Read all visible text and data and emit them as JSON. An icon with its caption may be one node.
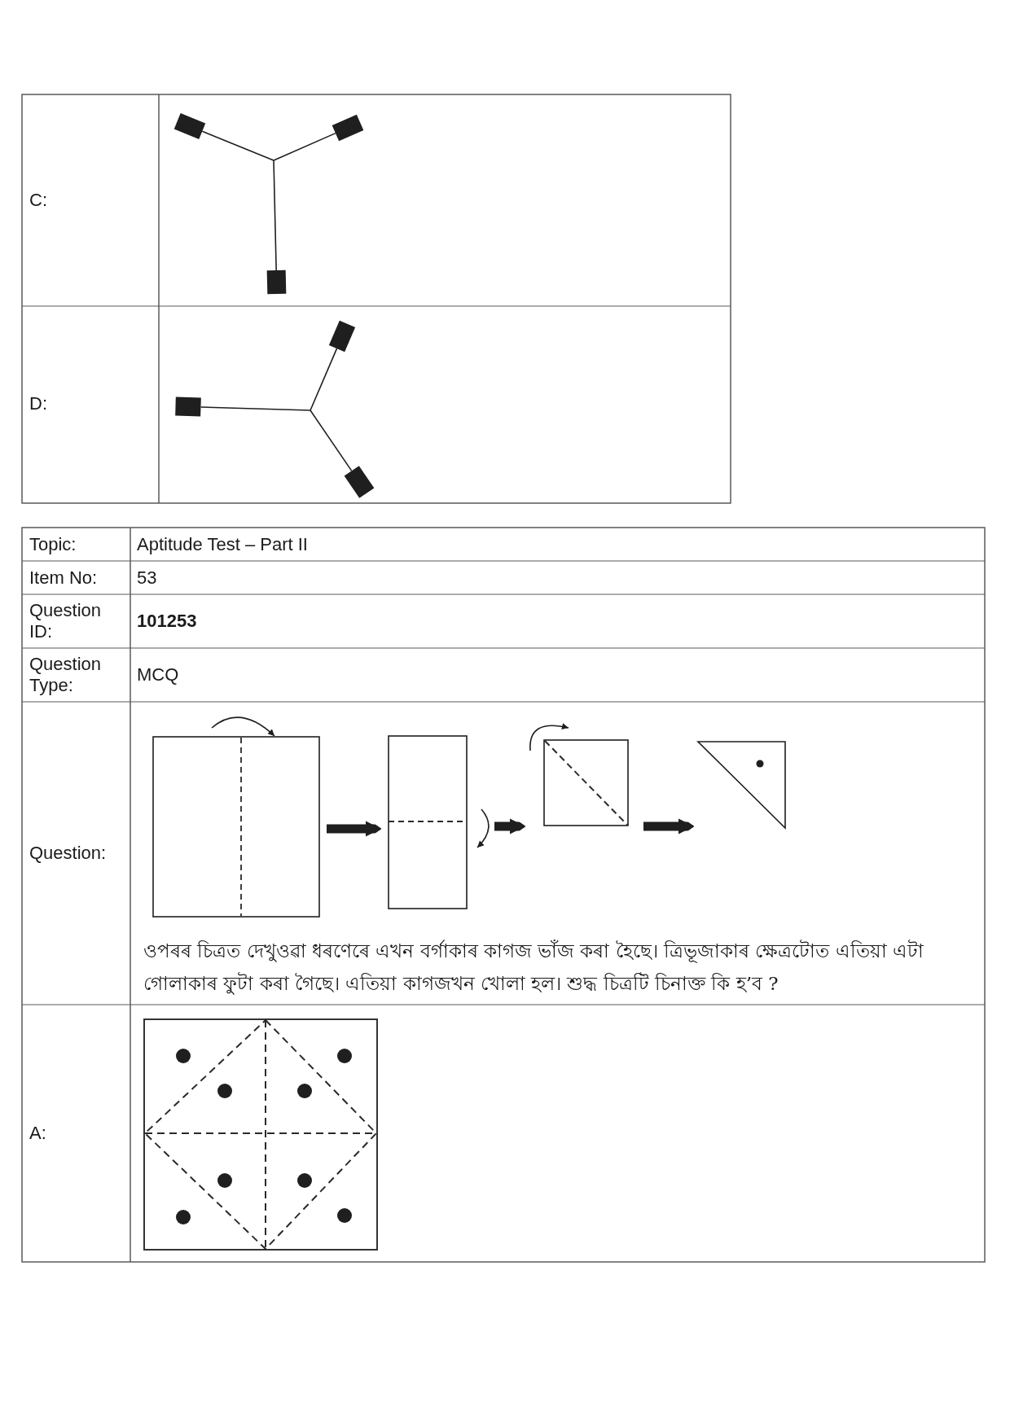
{
  "diagram": {
    "nodes": [
      {
        "text": [],
        "shape": "box"
      },
      {
        "text": [],
        "shape": "box"
      },
      {
        "text": [],
        "shape": "box"
      },
      {
        "text": [],
        "shape": "picture"
      }
    ],
    "edges": [
      {
        "from": 0,
        "to": 1,
        "arrow": "to"
      },
      {
        "from": 1,
        "to": 2,
        "arrow": "to"
      },
      {
        "from": 2,
        "to": 3,
        "arrow": "to"
      }
    ],
    "labels": [
      "C:",
      "D:",
      "Topic:",
      "Aptitude Test – Part II",
      "Item No:",
      "53",
      "Question ID:",
      "101253",
      "Question Type:",
      "MCQ",
      "Question:",
      "ওপৰৰ চিত্ৰত দেখুওৱা ধৰণেৰে এখন বৰ্গাকাৰ কাগজ ভাঁজ কৰা হৈছে। ত্ৰিভূজাকাৰ ক্ষেত্ৰটোত এতিয়া এটা গোলাকাৰ ফুটা কৰা গৈছে। এতিয়া কাগজখন খোলা হল।  শুদ্ধ চিত্ৰটি চিনাক্ত কি হ’ব ?",
      "A:"
    ]
  }
}
